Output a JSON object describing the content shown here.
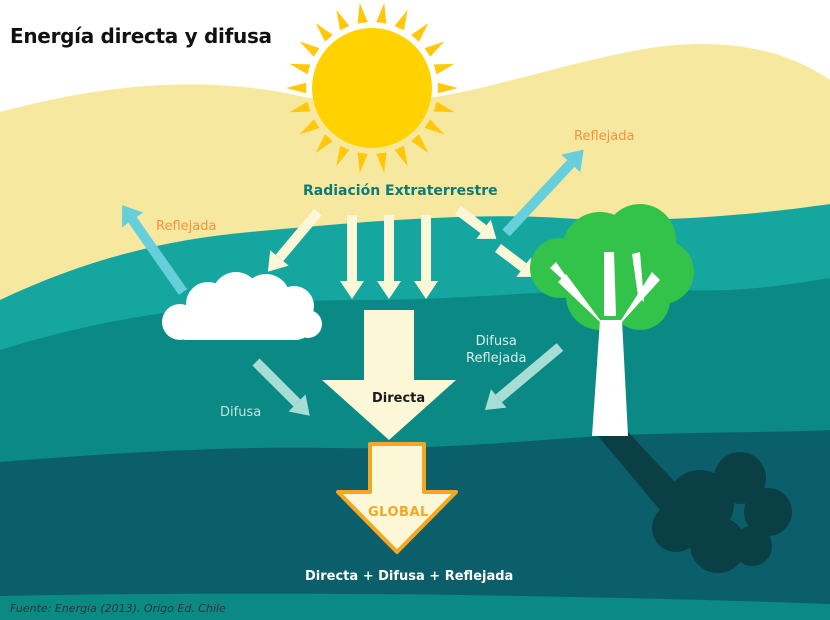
{
  "title": "Energía directa y difusa",
  "labels": {
    "radiacion": "Radiación Extraterrestre",
    "reflejada_left": "Reflejada",
    "reflejada_right": "Reflejada",
    "difusa": "Difusa",
    "difusa_reflejada_line1": "Difusa",
    "difusa_reflejada_line2": "Reflejada",
    "directa": "Directa",
    "global": "GLOBAL",
    "formula": "Directa + Difusa + Reflejada"
  },
  "source": "Fuente: Energía (2013). Origo Ed. Chile",
  "colors": {
    "sky": "#f7e8a0",
    "hill_light": "#16a6a0",
    "hill_mid": "#0b8a85",
    "ground_dark": "#0b5f6a",
    "sun": "#ffd200",
    "sun_rays": "#ffc80a",
    "arrow_cream": "#fbf7d7",
    "arrow_blue": "#67cfdb",
    "arrow_diffuse": "#a6ddd5",
    "tree_green": "#33c24a",
    "accent_orange": "#f5a623"
  },
  "icons": [
    "sun-icon",
    "cloud-icon",
    "tree-icon"
  ]
}
